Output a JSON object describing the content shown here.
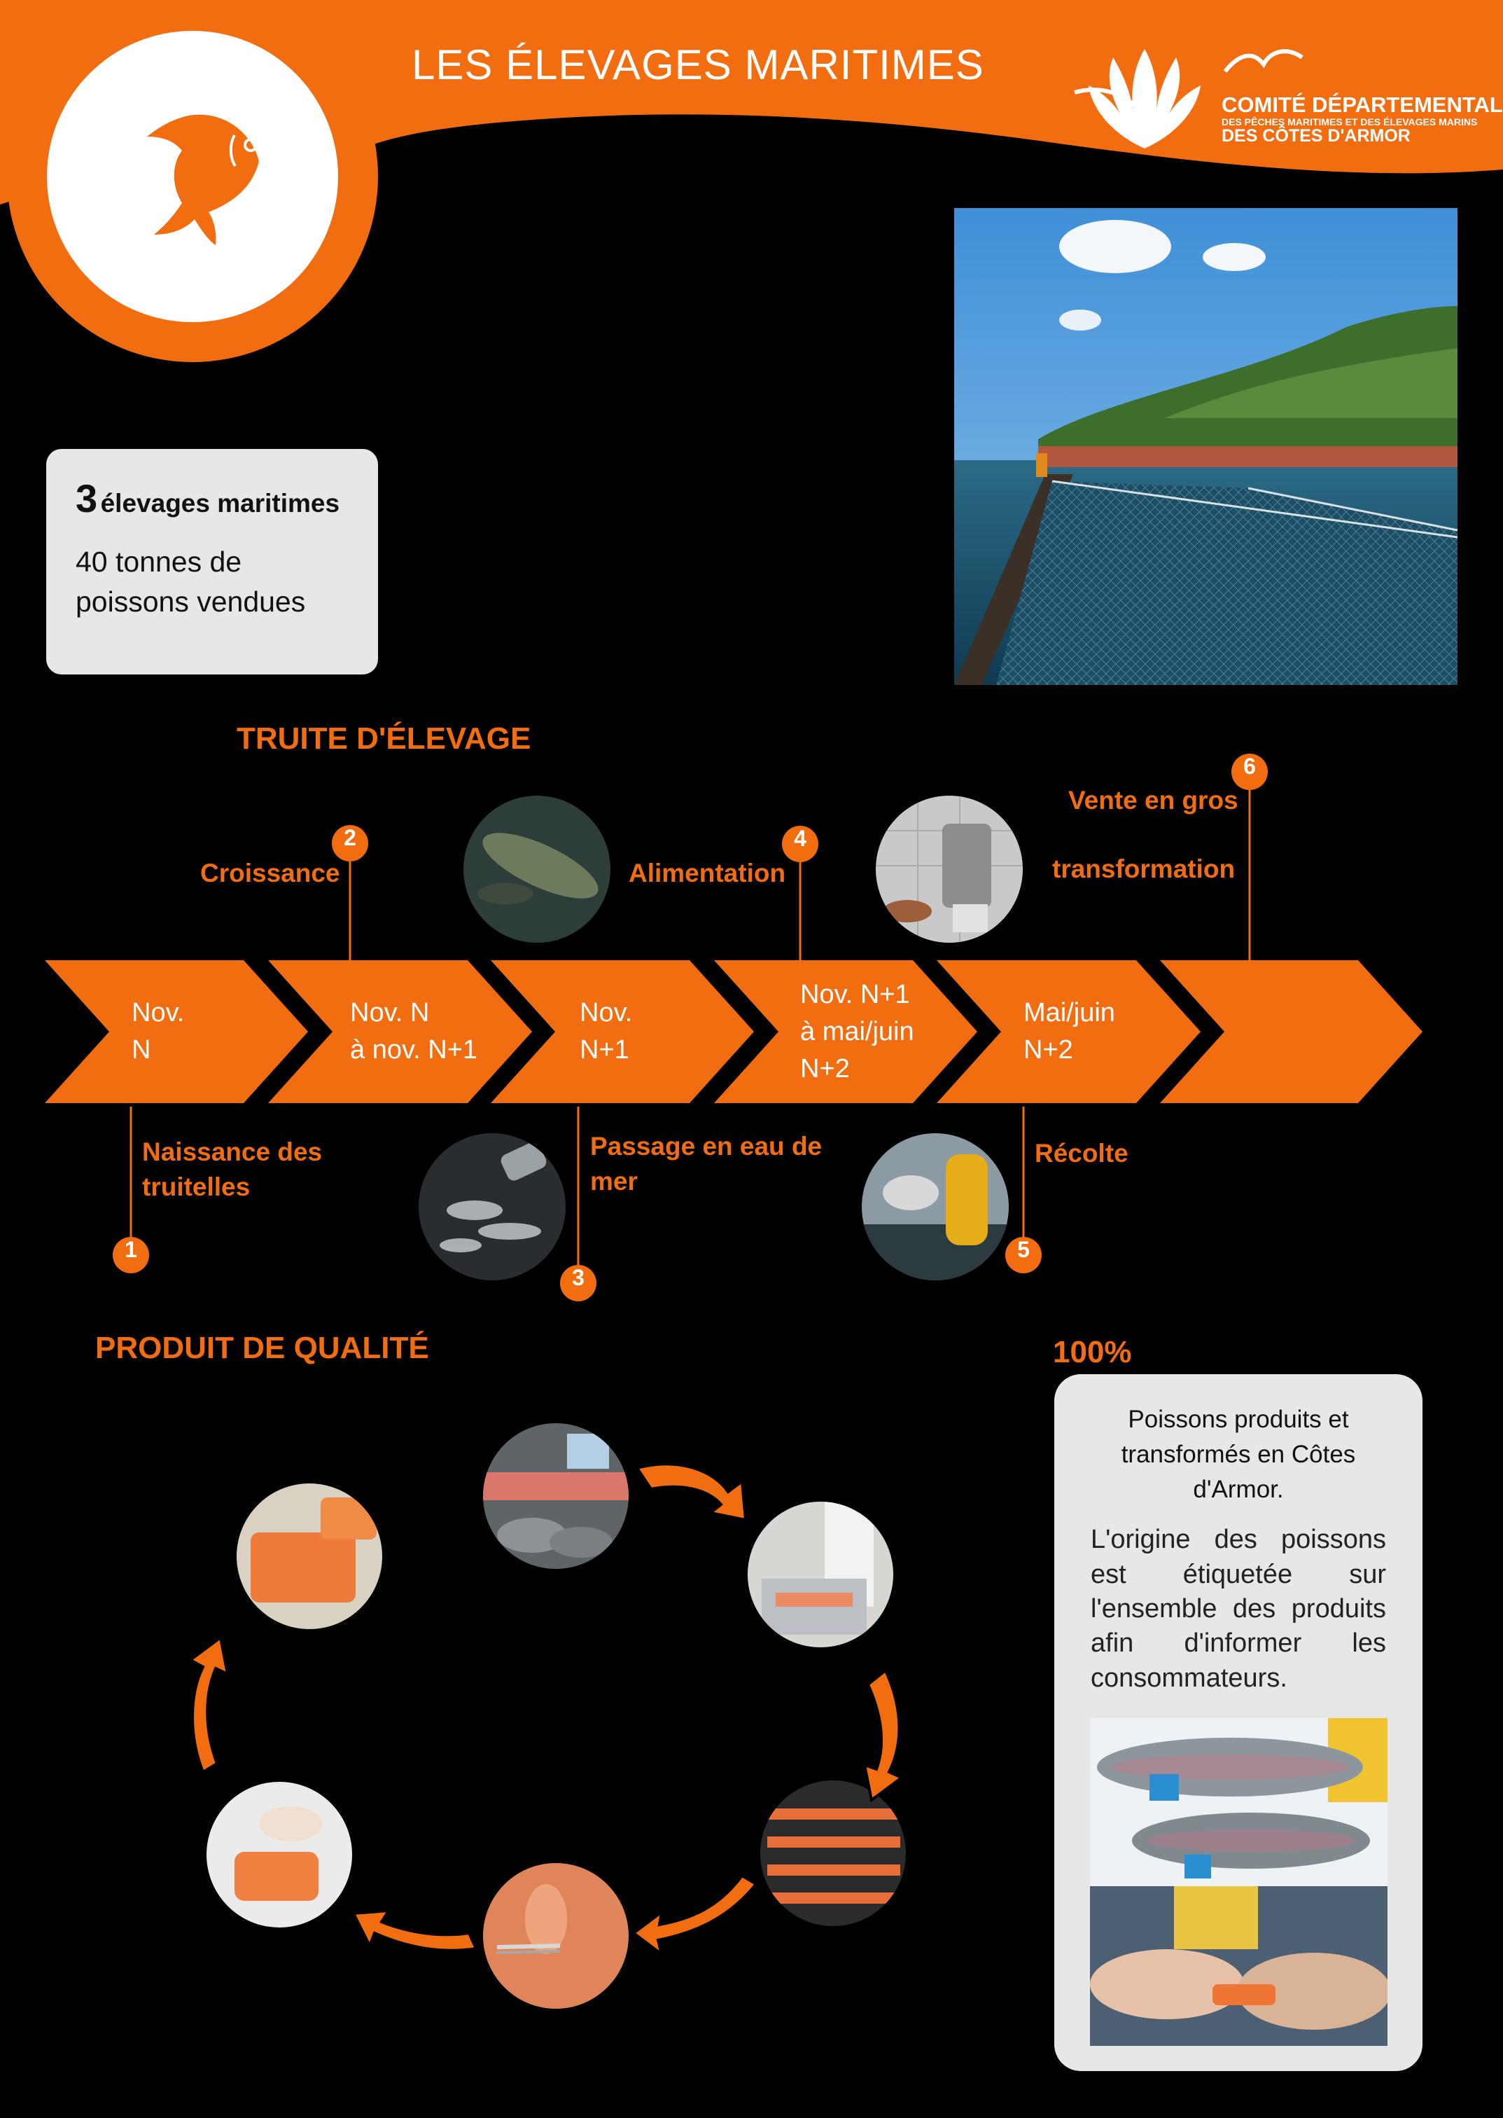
{
  "header": {
    "title": "LES ÉLEVAGES MARITIMES",
    "logo": {
      "line1": "COMITÉ DÉPARTEMENTAL",
      "line2": "DES PÊCHES MARITIMES ET DES ÉLEVAGES MARINS",
      "line3": "DES CÔTES D'ARMOR"
    },
    "icon": "fish-icon"
  },
  "stats": {
    "count": "3",
    "count_label": "élevages maritimes",
    "tonnage": "40 tonnes de poissons vendues"
  },
  "timeline": {
    "title": "TRUITE D'ÉLEVAGE",
    "arrows": [
      {
        "text": "Nov.\nN"
      },
      {
        "text": "Nov. N\nà nov. N+1"
      },
      {
        "text": "Nov.\nN+1"
      },
      {
        "text": "Nov. N+1\nà mai/juin\nN+2"
      },
      {
        "text": "Mai/juin\nN+2"
      },
      {
        "text": ""
      }
    ],
    "steps": [
      {
        "num": "1",
        "label": "Naissance des truitelles"
      },
      {
        "num": "2",
        "label": "Croissance"
      },
      {
        "num": "3",
        "label": "Passage en eau de mer"
      },
      {
        "num": "4",
        "label": "Alimentation"
      },
      {
        "num": "5",
        "label": "Récolte"
      },
      {
        "num": "6",
        "label_a": "Vente en gros",
        "label_b": "transformation"
      }
    ]
  },
  "quality": {
    "title": "PRODUIT DE QUALITÉ"
  },
  "origin": {
    "percent": "100%",
    "heading": "Poissons produits et transformés en Côtes d'Armor.",
    "body": "L'origine des poissons est étiquetée sur l'ensemble des produits afin d'informer les consommateurs."
  },
  "colors": {
    "accent": "#f26d0f",
    "background": "#000000",
    "box": "#e7e7e7"
  }
}
